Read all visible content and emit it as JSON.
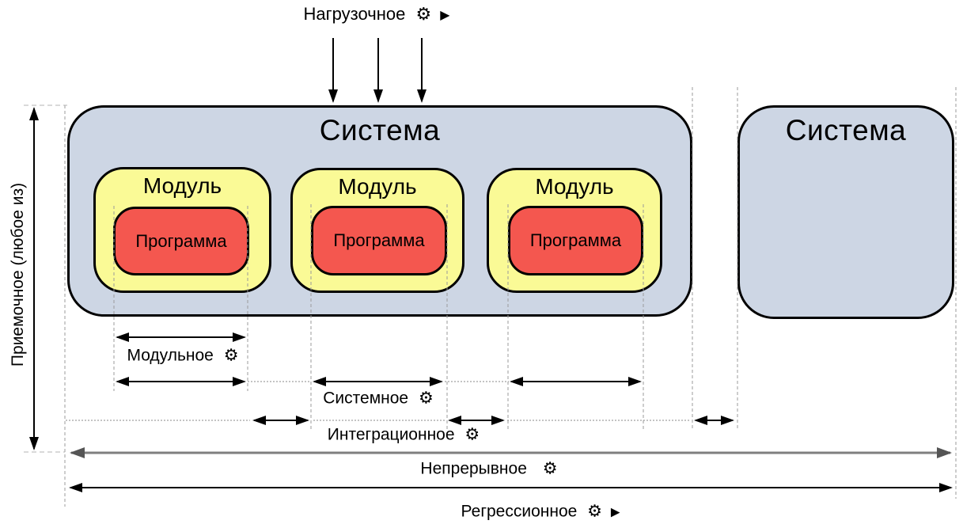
{
  "colors": {
    "system_fill": "#cdd6e4",
    "module_fill": "#fafa96",
    "program_fill": "#f4574f",
    "gray_arrow": "#7f7f7f"
  },
  "icons": {
    "gear": "⚙",
    "play": "▶"
  },
  "labels": {
    "load": "Нагрузочное",
    "acceptance": "Приемочное (любое из)",
    "unit": "Модульное",
    "system": "Системное",
    "integration": "Интеграционное",
    "continuous": "Непрерывное",
    "regression": "Регрессионное"
  },
  "system_left": {
    "title": "Система"
  },
  "system_right": {
    "title": "Система"
  },
  "modules": [
    {
      "title": "Модуль",
      "program": "Программа"
    },
    {
      "title": "Модуль",
      "program": "Программа"
    },
    {
      "title": "Модуль",
      "program": "Программа"
    }
  ]
}
